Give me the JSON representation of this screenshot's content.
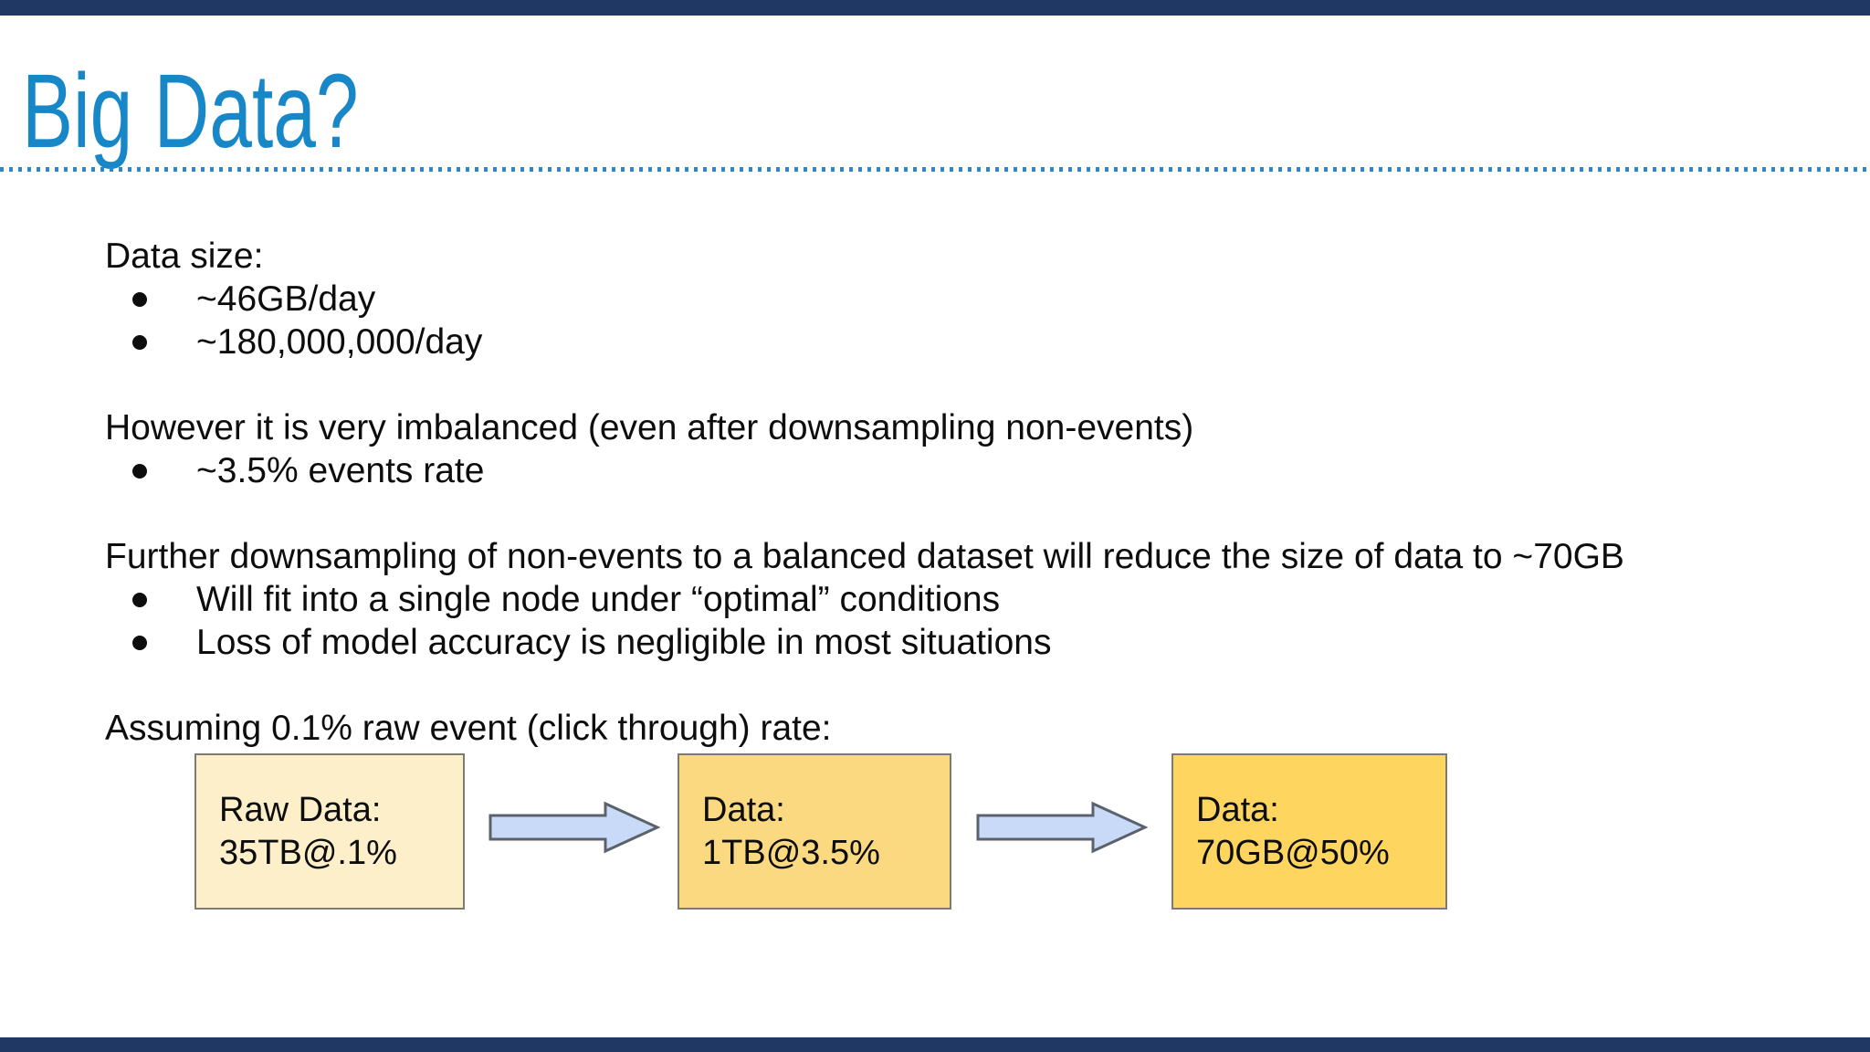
{
  "slide": {
    "title": "Big Data?",
    "theme": {
      "title_color": "#1787c8",
      "divider_dot_color": "#2e86c6",
      "top_bar_color": "#1f3864",
      "bottom_bar_color": "#1f3864",
      "text_color": "#0d0d0d",
      "background": "#ffffff"
    },
    "blocks": [
      {
        "heading": "Data size:",
        "bullets": [
          "~46GB/day",
          "~180,000,000/day"
        ]
      },
      {
        "heading": "However it is very imbalanced (even after downsampling non-events)",
        "bullets": [
          "~3.5% events rate"
        ]
      },
      {
        "heading": "Further downsampling of non-events to a balanced dataset will reduce the size of data to ~70GB",
        "bullets": [
          "Will fit into a single node under “optimal” conditions",
          "Loss of model accuracy is negligible in most situations"
        ]
      },
      {
        "heading": "Assuming 0.1% raw event (click through) rate:",
        "bullets": []
      }
    ],
    "flow": {
      "boxes": [
        {
          "line1": "Raw Data:",
          "line2": "35TB@.1%",
          "fill": "#fcefca",
          "border": "#7d7b6e"
        },
        {
          "line1": "Data:",
          "line2": "1TB@3.5%",
          "fill": "#fad980",
          "border": "#7d7b6e"
        },
        {
          "line1": "Data:",
          "line2": "70GB@50%",
          "fill": "#fdd55f",
          "border": "#7d7b6e"
        }
      ],
      "arrows": {
        "fill": "#c9daf8",
        "stroke": "#5a626b"
      }
    }
  }
}
